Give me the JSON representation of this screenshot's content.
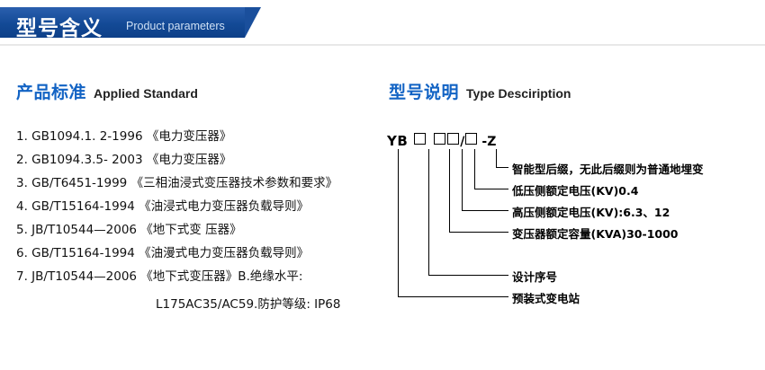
{
  "header": {
    "title_cn": "型号含义",
    "title_en": "Product parameters"
  },
  "left_section": {
    "title_cn": "产品标准",
    "title_en": "Applied Standard",
    "items": [
      "1. GB1094.1. 2-1996 《电力变压器》",
      "2. GB1094.3.5- 2003 《电力变压器》",
      "3. GB/T6451-1999  《三相油浸式变压器技术参数和要求》",
      "4. GB/T15164-1994 《油浸式电力变压器负载导则》",
      "5. JB/T10544—2006 《地下式变  压器》",
      "6. GB/T15164-1994 《油漫式电力变压器负载导则》",
      "7. JB/T10544—2006 《地下式变压器》B.绝缘水平:"
    ],
    "continuation": "L175AC35/AC59.防护等级: IP68"
  },
  "right_section": {
    "title_cn": "型号说明",
    "title_en": "Type Desciription",
    "code": {
      "prefix": "YB",
      "box1": "□",
      "box2": "□",
      "box3": "□",
      "slash": "/",
      "box4": "□",
      "dash": "-",
      "suffix": "Z"
    },
    "labels": [
      "智能型后缀，无此后缀则为普通地埋变",
      "低压侧额定电压(KV)0.4",
      "高压侧额定电压(KV):6.3、12",
      "变压器额定容量(KVA)30-1000",
      "设计序号",
      "预装式变电站"
    ]
  },
  "colors": {
    "header_band": "#1a4f9c",
    "title_blue": "#1263c4",
    "text_black": "#111111"
  }
}
